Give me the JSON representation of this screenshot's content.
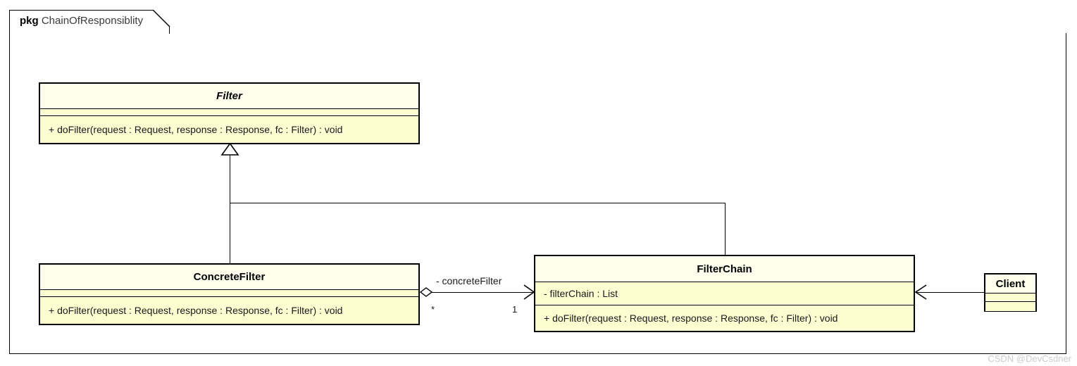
{
  "package": {
    "keyword": "pkg",
    "name": "ChainOfResponsiblity"
  },
  "classes": {
    "filter": {
      "name": "Filter",
      "stereotype": "abstract",
      "attributes": [],
      "operations": [
        "+ doFilter(request : Request, response : Response, fc : Filter) : void"
      ]
    },
    "concrete_filter": {
      "name": "ConcreteFilter",
      "stereotype": "class",
      "attributes": [],
      "operations": [
        "+ doFilter(request : Request, response : Response, fc : Filter) : void"
      ]
    },
    "filter_chain": {
      "name": "FilterChain",
      "stereotype": "class",
      "attributes": [
        "- filterChain : List"
      ],
      "operations": [
        "+ doFilter(request : Request, response : Response, fc : Filter) : void"
      ]
    },
    "client": {
      "name": "Client",
      "stereotype": "class",
      "attributes": [],
      "operations": []
    }
  },
  "relations": {
    "aggregation": {
      "label": "- concreteFilter",
      "source_multiplicity": "*",
      "target_multiplicity": "1"
    }
  },
  "watermark": "CSDN @DevCsdner",
  "colors": {
    "class_header_fill": "#fefeec",
    "class_body_fill": "#fdfdd2",
    "line": "#000000",
    "watermark": "#cccccc"
  }
}
